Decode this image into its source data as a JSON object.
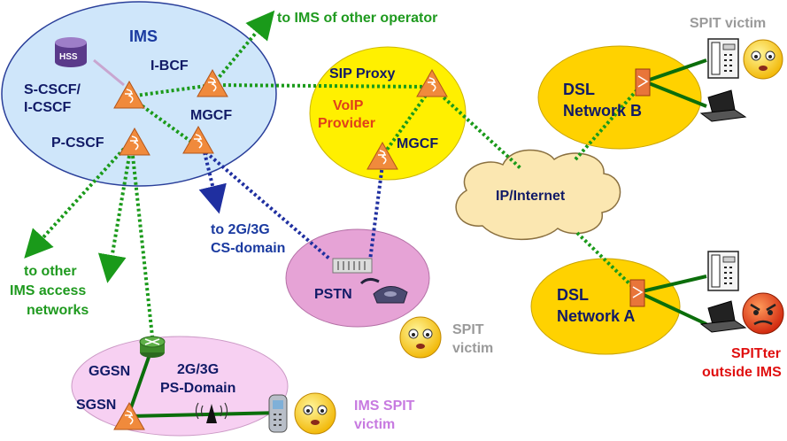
{
  "colors": {
    "ims_cloud": "#cfe6fa",
    "voip_cloud": "#fff000",
    "pstn_cloud": "#e6a3d6",
    "ps_cloud": "#f7d0f2",
    "dsl_cloud": "#ffd200",
    "internet_cloud": "#fbe7b1",
    "link_green": "#1a9a1a",
    "link_blue": "#1f2fa0",
    "link_dark_green": "#0b6e0b",
    "node_orange": "#f08a3c",
    "text_navy": "#111a66",
    "text_green": "#1f9a1f",
    "text_blue": "#1a3aa0",
    "text_grey": "#9a9a9a",
    "text_orange": "#e0401a",
    "text_red": "#e01010",
    "text_violet": "#c77ae0"
  },
  "labels": {
    "ims": "IMS",
    "hss": "HSS",
    "ibcf": "I-BCF",
    "scscf_line1": "S-CSCF/",
    "scscf_line2": "I-CSCF",
    "mgcf_ims": "MGCF",
    "pcscf": "P-CSCF",
    "to_other_operator": "to IMS of other operator",
    "sip_proxy": "SIP Proxy",
    "voip_line1": "VoIP",
    "voip_line2": "Provider",
    "mgcf_voip": "MGCF",
    "dsl_b_line1": "DSL",
    "dsl_b_line2": "Network B",
    "spit_victim_top": "SPIT victim",
    "internet": "IP/Internet",
    "to_cs_line1": "to 2G/3G",
    "to_cs_line2": "CS-domain",
    "to_access_line1": "to other",
    "to_access_line2": "IMS access",
    "to_access_line3": "networks",
    "pstn": "PSTN",
    "spit_victim_mid_line1": "SPIT",
    "spit_victim_mid_line2": "victim",
    "dsl_a_line1": "DSL",
    "dsl_a_line2": "Network A",
    "spitter_line1": "SPITter",
    "spitter_line2": "outside IMS",
    "ggsn": "GGSN",
    "ps_line1": "2G/3G",
    "ps_line2": "PS-Domain",
    "sgsn": "SGSN",
    "ims_spit_line1": "IMS SPIT",
    "ims_spit_line2": "victim"
  },
  "icons": [
    "database-icon",
    "node-icon",
    "router-icon",
    "cloud-icon",
    "phone-icon",
    "laptop-icon",
    "smiley-icon",
    "angry-face-icon",
    "antenna-icon",
    "mobile-phone-icon",
    "switch-icon"
  ]
}
